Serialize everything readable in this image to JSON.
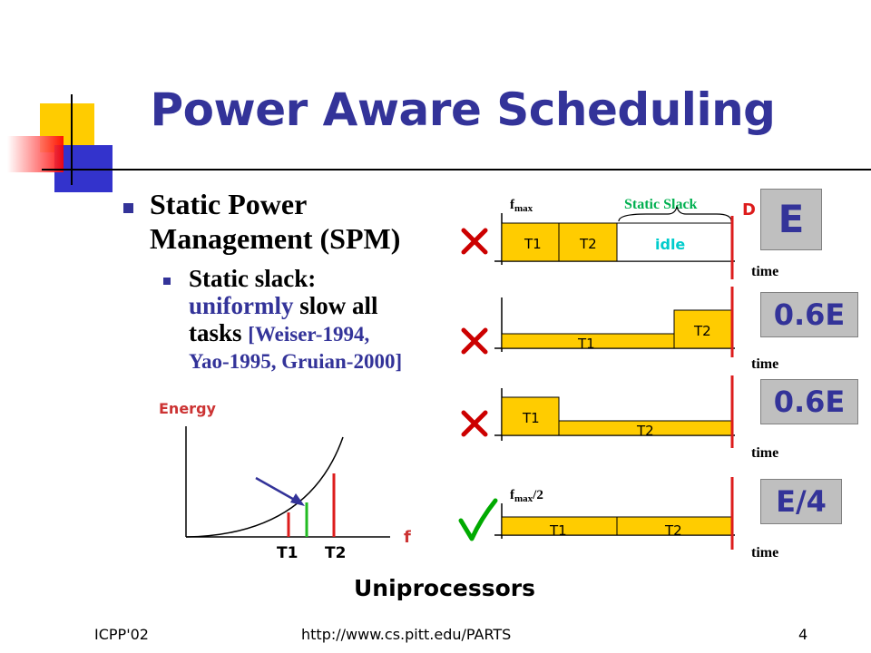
{
  "title": "Power Aware Scheduling",
  "bullet1": {
    "line1": "Static Power",
    "line2": "Management (SPM)"
  },
  "bullet2": {
    "l1": "Static slack:",
    "l2a": "uniformly",
    "l2b": " slow all",
    "l3a": "tasks ",
    "l3b": "[Weiser-1994,",
    "l4": "Yao-1995, Gruian-2000]"
  },
  "energy_plot": {
    "ylabel": "Energy",
    "xlabel": "f",
    "t1": "T1",
    "t2": "T2"
  },
  "schedules": {
    "fmax_label": "f",
    "fmax_sub": "max",
    "fmax2_label": "f",
    "fmax2_sub": "max",
    "fmax2_suffix": "/2",
    "static_slack": "Static Slack",
    "idle": "idle",
    "deadline": "D",
    "time": "time",
    "task1": "T1",
    "task2": "T2"
  },
  "energies": [
    "E",
    "0.6E",
    "0.6E",
    "E/4"
  ],
  "subtitle": "Uniprocessors",
  "footer": {
    "left": "ICPP'02",
    "center": "http://www.cs.pitt.edu/PARTS",
    "page": "4"
  },
  "colors": {
    "accent": "#333399",
    "task": "#ffcc00",
    "deadline": "#dd1c1c",
    "cross": "#cc0000",
    "check": "#00aa00",
    "slack": "#00b050",
    "idle": "#00cccc",
    "energy_label": "#cc3333"
  },
  "icons": [
    "cross-icon",
    "cross-icon",
    "cross-icon",
    "check-icon"
  ]
}
